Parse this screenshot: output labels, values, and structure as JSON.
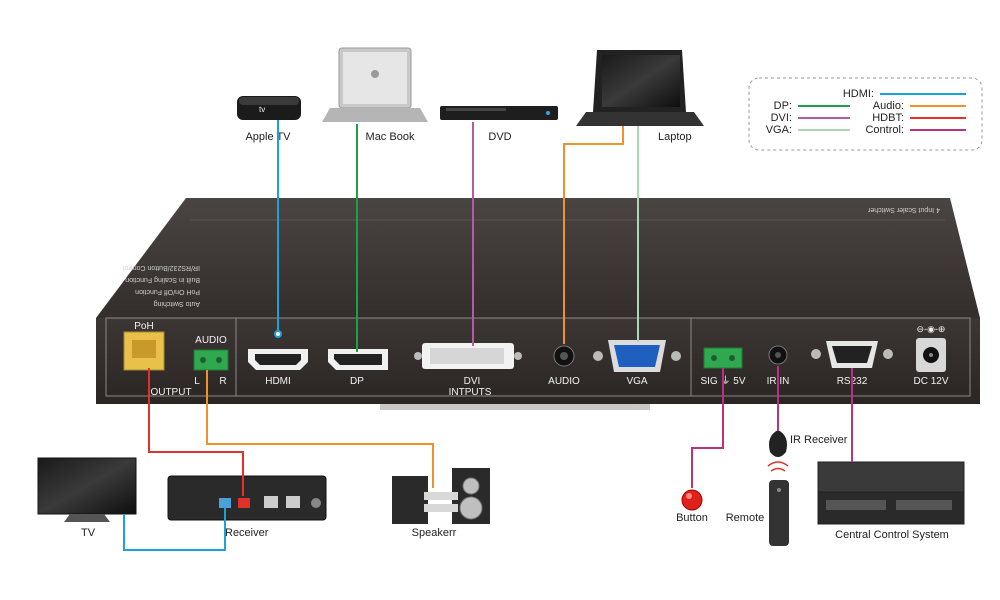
{
  "colors": {
    "hdmi": "#1aa3d9",
    "dp": "#1f9e4a",
    "audio": "#f0922b",
    "dvi": "#b45aa8",
    "hdbt": "#e0322b",
    "vga": "#a8d8b8",
    "control": "#b8327e"
  },
  "sources": {
    "apple_tv": "Apple TV",
    "mac_book": "Mac Book",
    "dvd": "DVD",
    "laptop": "Laptop"
  },
  "legend": {
    "hdmi": "HDMI:",
    "dp": "DP:",
    "audio": "Audio:",
    "dvi": "DVI:",
    "hdbt": "HDBT:",
    "vga": "VGA:",
    "control": "Control:"
  },
  "panel": {
    "top_text": "4 Input Scaler Switcher",
    "features": [
      "IR/RS232/Button Control",
      "Built in Scaling Function",
      "PoH On/Off Function",
      "Auto Switching"
    ],
    "poh": "PoH",
    "audio": "AUDIO",
    "l": "L",
    "r": "R",
    "output": "OUTPUT",
    "hdmi": "HDMI",
    "dp": "DP",
    "dvi": "DVI",
    "inputs": "INTPUTS",
    "audio_in": "AUDIO",
    "vga": "VGA",
    "sig5v": "SIG ⏚ 5V",
    "ir_in": "IR IN",
    "rs232": "RS232",
    "dc12v": "DC 12V"
  },
  "outputs": {
    "tv": "TV",
    "receiver": "Receiver",
    "speaker": "Speakerr",
    "button": "Button",
    "remote": "Remote",
    "ir_receiver": "IR Receiver",
    "ccs": "Central Control System"
  }
}
